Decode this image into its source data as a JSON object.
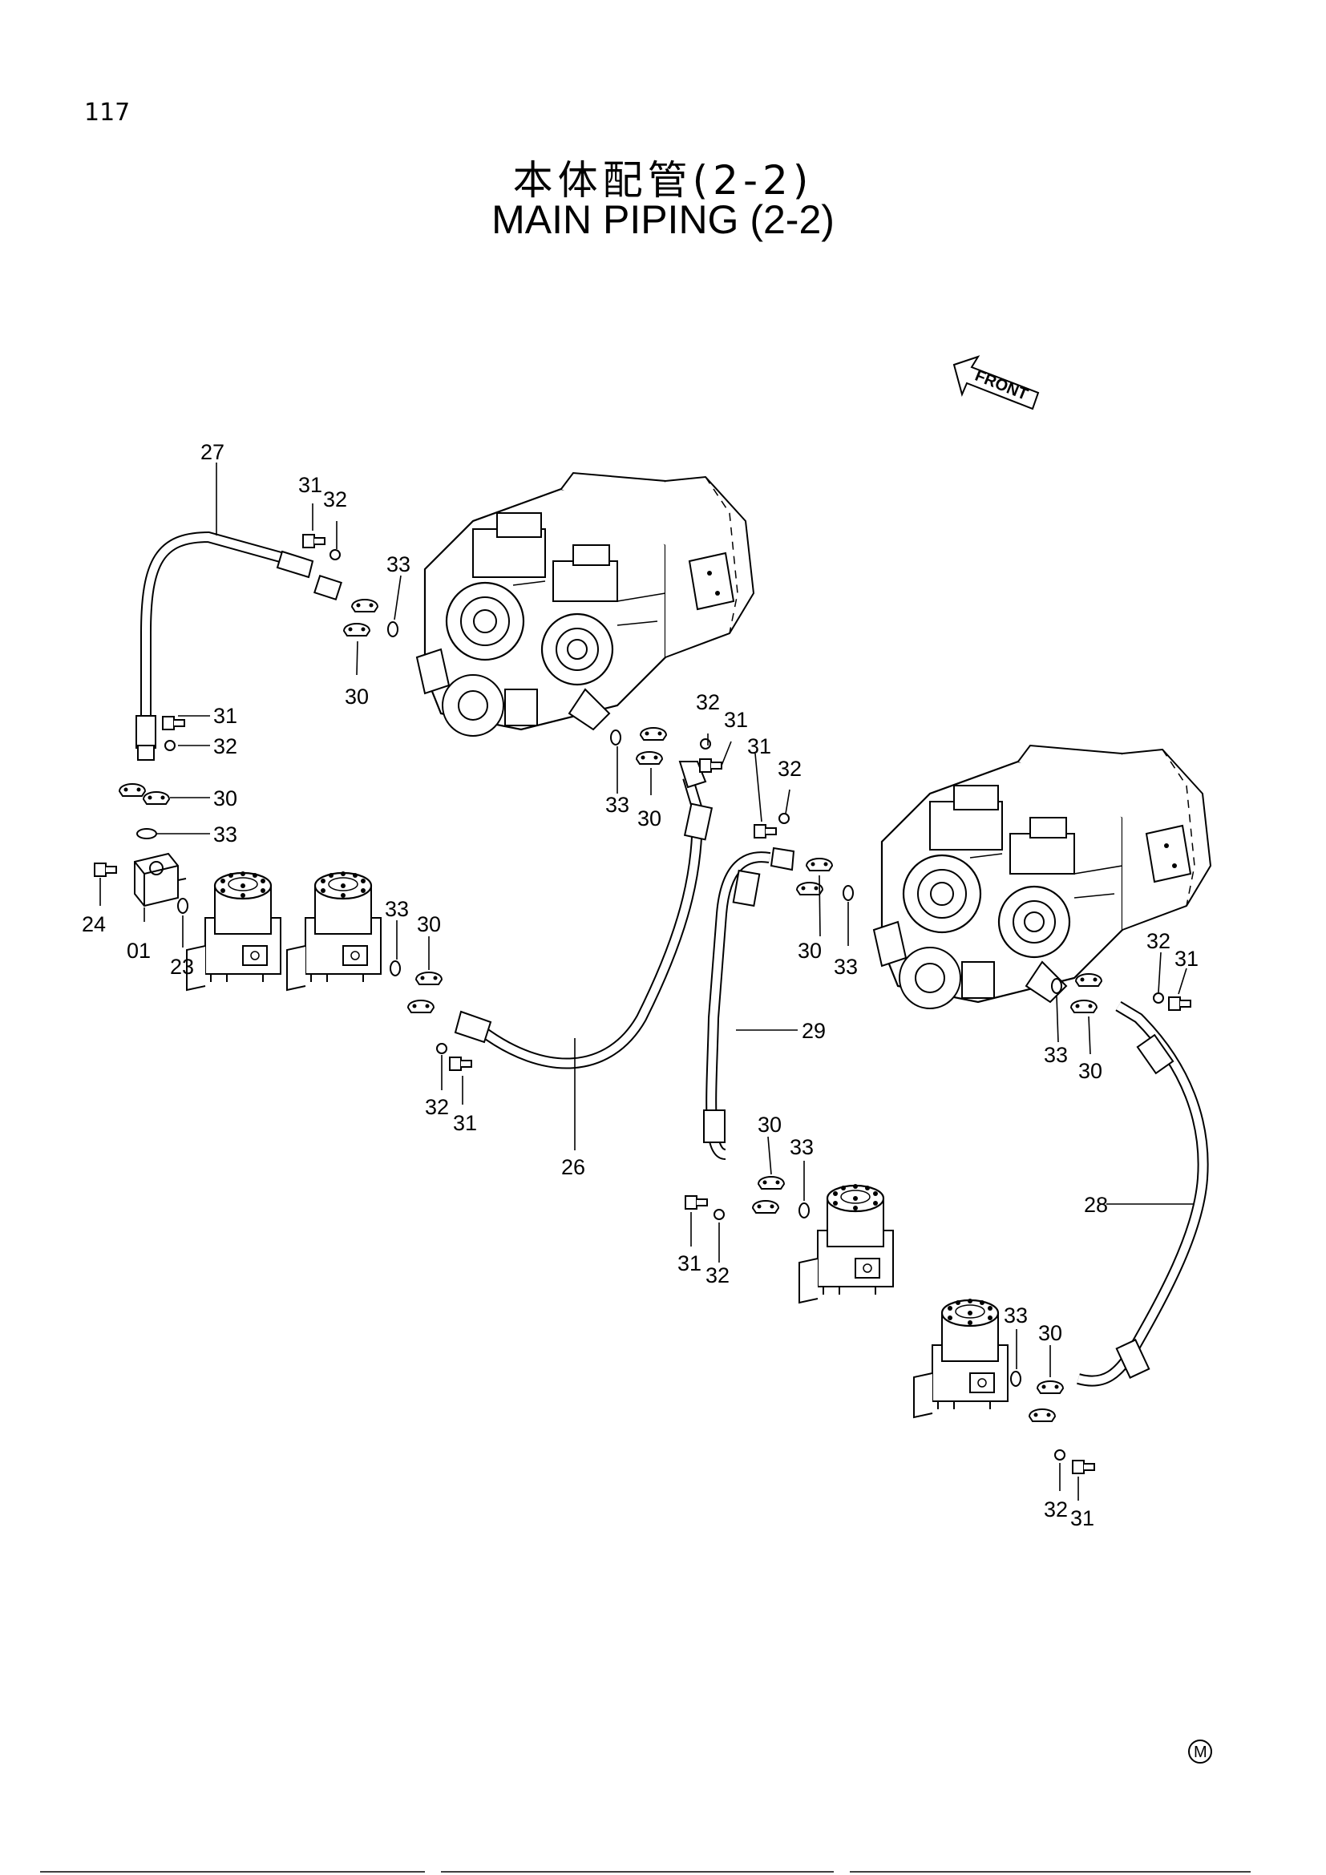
{
  "page_number": "117",
  "title_jp": "本体配管(2-2)",
  "title_en": "MAIN   PIPING (2-2)",
  "orientation_label": "FRONT",
  "corner_mark": "M",
  "callouts": {
    "c27": "27",
    "c31a": "31",
    "c32a": "32",
    "c33a": "33",
    "c30a": "30",
    "c31b": "31",
    "c32b": "32",
    "c30b": "30",
    "c33b": "33",
    "c24": "24",
    "c01": "01",
    "c23": "23",
    "c33c": "33",
    "c30c": "30",
    "c32c": "32",
    "c31c": "31",
    "c26": "26",
    "c32d": "32",
    "c31d": "31",
    "c33d": "33",
    "c30d": "30",
    "c31e": "31",
    "c32e": "32",
    "c30e": "30",
    "c33e": "33",
    "c29": "29",
    "c32f": "32",
    "c31f": "31",
    "c33f": "33",
    "c30f": "30",
    "c30g": "30",
    "c33g": "33",
    "c31g": "31",
    "c32g": "32",
    "c28": "28",
    "c33h": "33",
    "c30h": "30",
    "c32h": "32",
    "c31h": "31"
  }
}
